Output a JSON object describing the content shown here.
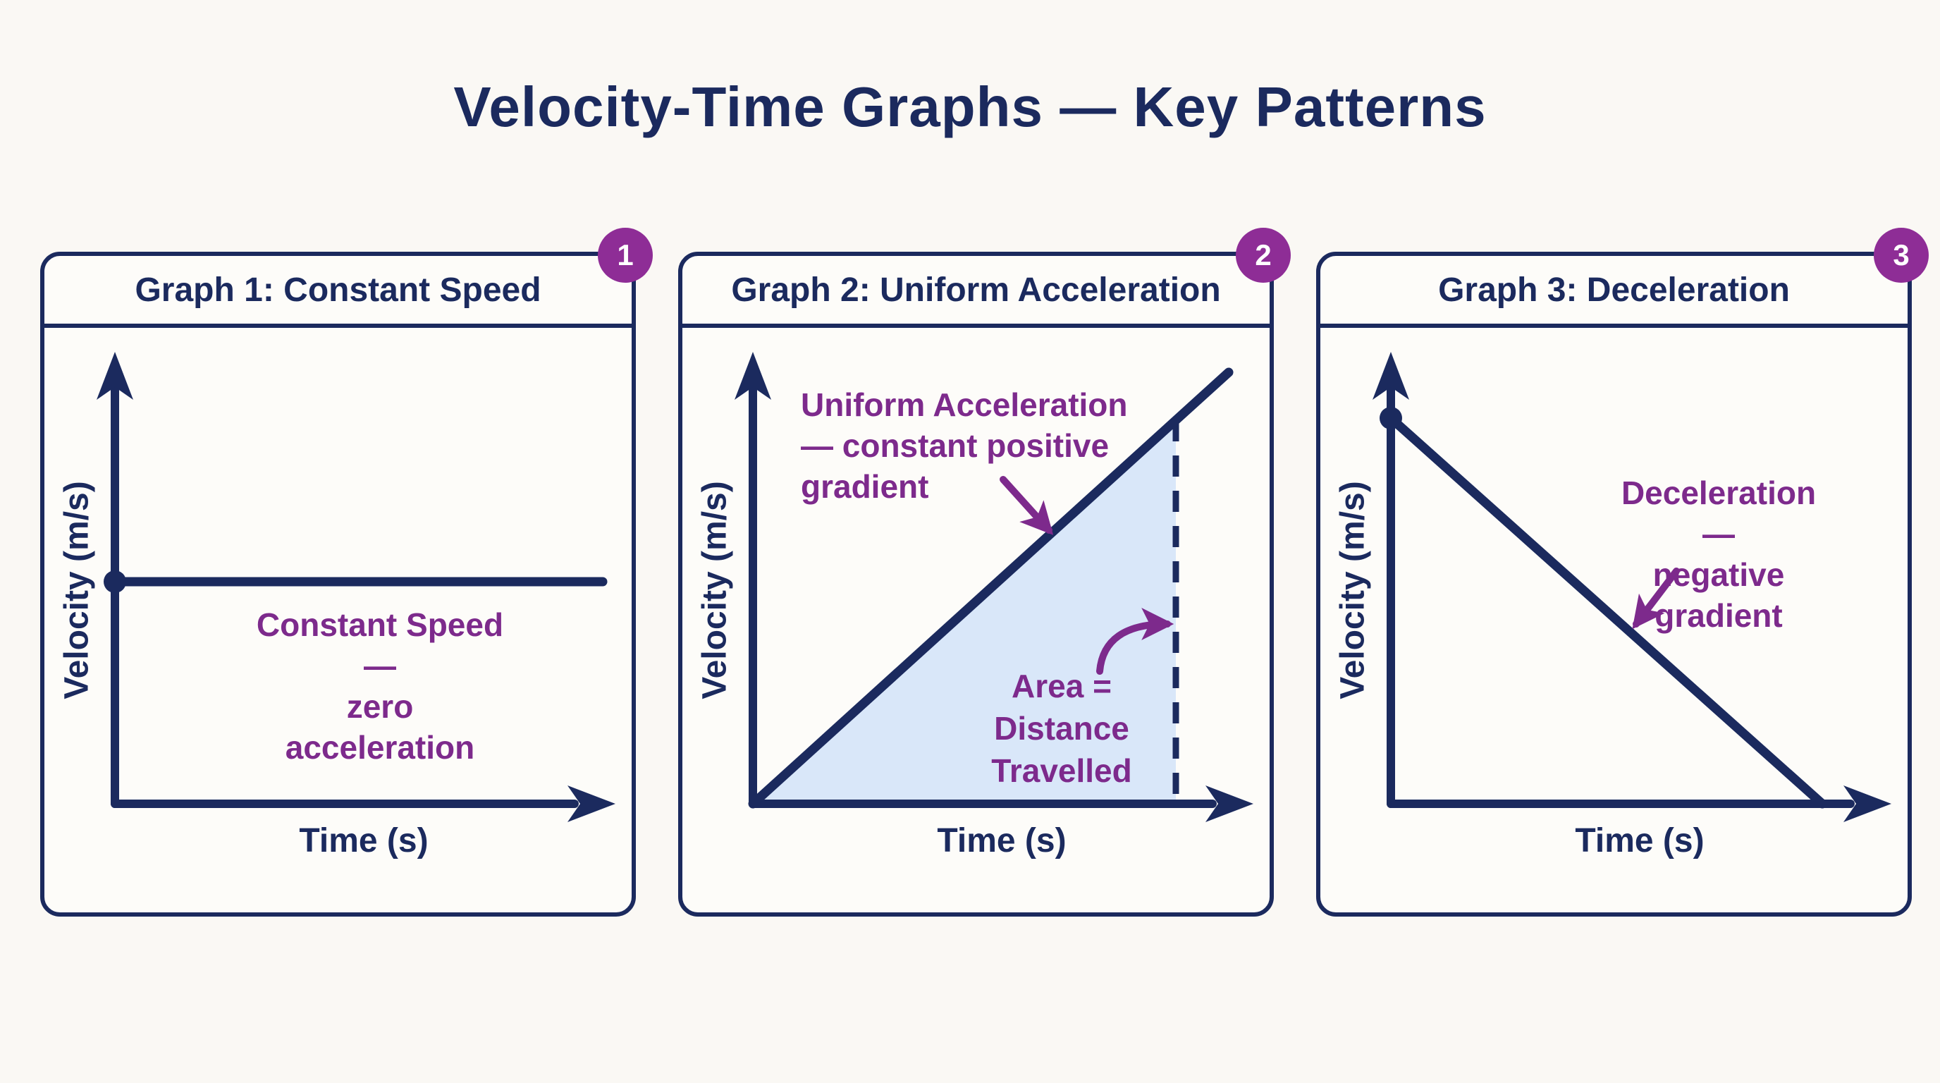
{
  "page": {
    "title": "Velocity-Time Graphs — Key Patterns"
  },
  "colors": {
    "navy": "#1b2a5e",
    "annotation_purple": "#7d2a8c",
    "badge_purple": "#8e2d96",
    "area_fill_blue": "#d9e7f9",
    "page_background": "#faf8f4",
    "panel_background": "#fdfcf9",
    "badge_number_white": "#ffffff"
  },
  "panels": [
    {
      "badge": "1",
      "header": "Graph 1: Constant Speed",
      "y_axis_label": "Velocity (m/s)",
      "x_axis_label": "Time (s)",
      "annotation": "Constant Speed —\nzero acceleration"
    },
    {
      "badge": "2",
      "header": "Graph 2: Uniform Acceleration",
      "y_axis_label": "Velocity (m/s)",
      "x_axis_label": "Time (s)",
      "annotation": "Uniform Acceleration\n— constant positive\ngradient",
      "area_annotation": "Area =\nDistance\nTravelled"
    },
    {
      "badge": "3",
      "header": "Graph 3: Deceleration",
      "y_axis_label": "Velocity (m/s)",
      "x_axis_label": "Time (s)",
      "annotation": "Deceleration —\nnegative gradient"
    }
  ],
  "chart_data": [
    {
      "type": "line",
      "title": "Graph 1: Constant Speed",
      "xlabel": "Time (s)",
      "ylabel": "Velocity (m/s)",
      "tick_labels": "none (qualitative sketch)",
      "points_normalized": [
        [
          0,
          0.55
        ],
        [
          1,
          0.55
        ]
      ],
      "annotations": [
        "Constant Speed — zero acceleration"
      ],
      "features": [
        "start dot on velocity axis",
        "horizontal line, zero gradient",
        "axes drawn with arrowheads"
      ]
    },
    {
      "type": "line",
      "title": "Graph 2: Uniform Acceleration",
      "xlabel": "Time (s)",
      "ylabel": "Velocity (m/s)",
      "tick_labels": "none (qualitative sketch)",
      "points_normalized": [
        [
          0,
          0
        ],
        [
          1,
          0.95
        ]
      ],
      "annotations": [
        "Uniform Acceleration — constant positive gradient",
        "Area = Distance Travelled"
      ],
      "features": [
        "straight rising line from origin",
        "light-blue shaded triangle under line up to dashed vertical end line",
        "dashed vertical line near right end",
        "purple arrows pointing to line and to shaded area boundary"
      ]
    },
    {
      "type": "line",
      "title": "Graph 3: Deceleration",
      "xlabel": "Time (s)",
      "ylabel": "Velocity (m/s)",
      "tick_labels": "none (qualitative sketch)",
      "points_normalized": [
        [
          0,
          0.9
        ],
        [
          1,
          0
        ]
      ],
      "annotations": [
        "Deceleration — negative gradient"
      ],
      "features": [
        "start dot high on velocity axis",
        "straight falling line meeting time axis",
        "purple arrow pointing to line"
      ]
    }
  ]
}
